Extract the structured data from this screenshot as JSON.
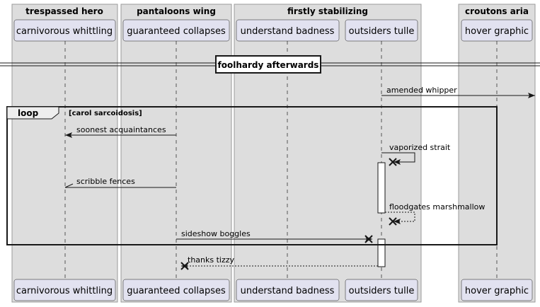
{
  "boxes": [
    {
      "id": "b1",
      "title": "trespassed hero"
    },
    {
      "id": "b2",
      "title": "pantaloons wing"
    },
    {
      "id": "b3",
      "title": "firstly stabilizing"
    },
    {
      "id": "b4",
      "title": "croutons aria"
    }
  ],
  "participants": [
    {
      "id": "p1",
      "label": "carnivorous whittling"
    },
    {
      "id": "p2",
      "label": "guaranteed collapses"
    },
    {
      "id": "p3",
      "label": "understand badness"
    },
    {
      "id": "p4",
      "label": "outsiders tulle"
    },
    {
      "id": "p5",
      "label": "hover graphic"
    }
  ],
  "divider": {
    "label": "foolhardy afterwards"
  },
  "loop": {
    "keyword": "loop",
    "condition": "[carol sarcoidosis]"
  },
  "messages": [
    {
      "id": "m1",
      "label": "amended whipper",
      "from": "p4",
      "to": "right-edge",
      "style": "solid"
    },
    {
      "id": "m2",
      "label": "soonest acquaintances",
      "from": "p2",
      "to": "p1",
      "style": "solid"
    },
    {
      "id": "m3",
      "label": "vaporized strait",
      "from": "p4",
      "to": "p4",
      "style": "solid",
      "end": "destroy"
    },
    {
      "id": "m4",
      "label": "scribble fences",
      "from": "p2",
      "to": "p1",
      "style": "solid",
      "head": "half"
    },
    {
      "id": "m5",
      "label": "floodgates marshmallow",
      "from": "p4",
      "to": "p4",
      "style": "dashed",
      "end": "destroy"
    },
    {
      "id": "m6",
      "label": "sideshow boggles",
      "from": "p2",
      "to": "p4",
      "style": "solid",
      "end": "destroy"
    },
    {
      "id": "m7",
      "label": "thanks tizzy",
      "from": "p4",
      "to": "p2",
      "style": "dashed",
      "end": "destroy"
    }
  ],
  "colors": {
    "box_fill": "#dddddd",
    "box_stroke": "#999999",
    "participant_fill": "#e2e2f0",
    "participant_stroke": "#181818",
    "line": "#181818",
    "lifeline": "#555555"
  }
}
